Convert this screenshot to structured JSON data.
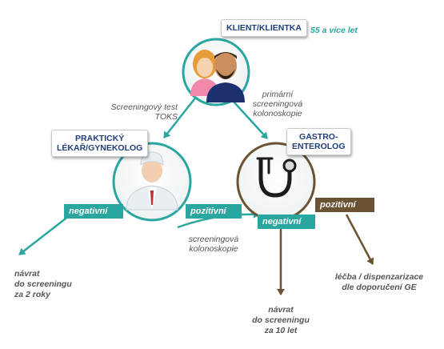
{
  "nodes": {
    "client": {
      "label_line1": "KLIENT/KLIENTKA",
      "age_note": "55 a více let"
    },
    "gp": {
      "label_line1": "PRAKTICKÝ",
      "label_line2": "LÉKAŘ/GYNEKOLOG"
    },
    "gastro": {
      "label_line1": "GASTRO-",
      "label_line2": "ENTEROLOG"
    }
  },
  "edges": {
    "client_to_gp": {
      "line1": "Screeningový test",
      "line2": "TOKS"
    },
    "client_to_gastro": {
      "line1": "primární",
      "line2": "screeningová",
      "line3": "kolonoskopie"
    },
    "gp_to_gastro": {
      "line1": "screeningová",
      "line2": "kolonoskopie"
    }
  },
  "banners": {
    "gp_negative": "negativní",
    "gp_positive": "pozitivní",
    "gastro_negative": "negativní",
    "gastro_positive": "pozitivní"
  },
  "outcomes": {
    "gp_negative": {
      "line1": "návrat",
      "line2": "do screeningu",
      "line3": "za 2 roky"
    },
    "gastro_negative": {
      "line1": "návrat",
      "line2": "do screeningu",
      "line3": "za 10 let"
    },
    "gastro_positive": {
      "line1": "léčba / dispenzarizace",
      "line2": "dle doporučení GE"
    }
  },
  "colors": {
    "teal": "#2aa6a0",
    "brown": "#6b5232",
    "navy": "#1f3e7a",
    "text_gray": "#555555"
  },
  "icons": {
    "client": "couple-people-icon",
    "gp": "doctor-icon",
    "gastro": "stethoscope-icon"
  }
}
